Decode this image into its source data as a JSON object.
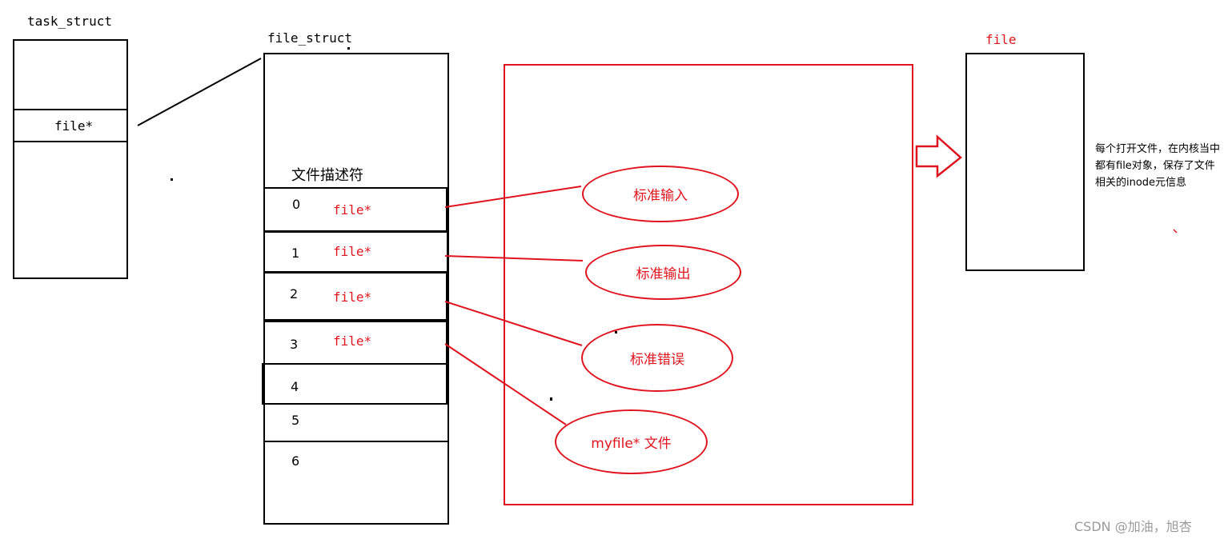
{
  "task_struct": {
    "title": "task_struct",
    "field": "file*"
  },
  "file_struct": {
    "title": "file_struct",
    "fd_header": "文件描述符",
    "rows": [
      {
        "index": "0",
        "ptr": "file*"
      },
      {
        "index": "1",
        "ptr": "file*"
      },
      {
        "index": "2",
        "ptr": "file*"
      },
      {
        "index": "3",
        "ptr": "file*"
      },
      {
        "index": "4",
        "ptr": ""
      },
      {
        "index": "5",
        "ptr": ""
      },
      {
        "index": "6",
        "ptr": ""
      }
    ]
  },
  "targets": {
    "stdin": "标准输入",
    "stdout": "标准输出",
    "stderr": "标准错误",
    "myfile": "myfile* 文件"
  },
  "file_obj": {
    "title": "file",
    "note": "每个打开文件，在内核当中都有file对象，保存了文件相关的inode元信息"
  },
  "watermark": "CSDN @加油，旭杏",
  "colors": {
    "red": "#e0141e",
    "black": "#000000"
  }
}
